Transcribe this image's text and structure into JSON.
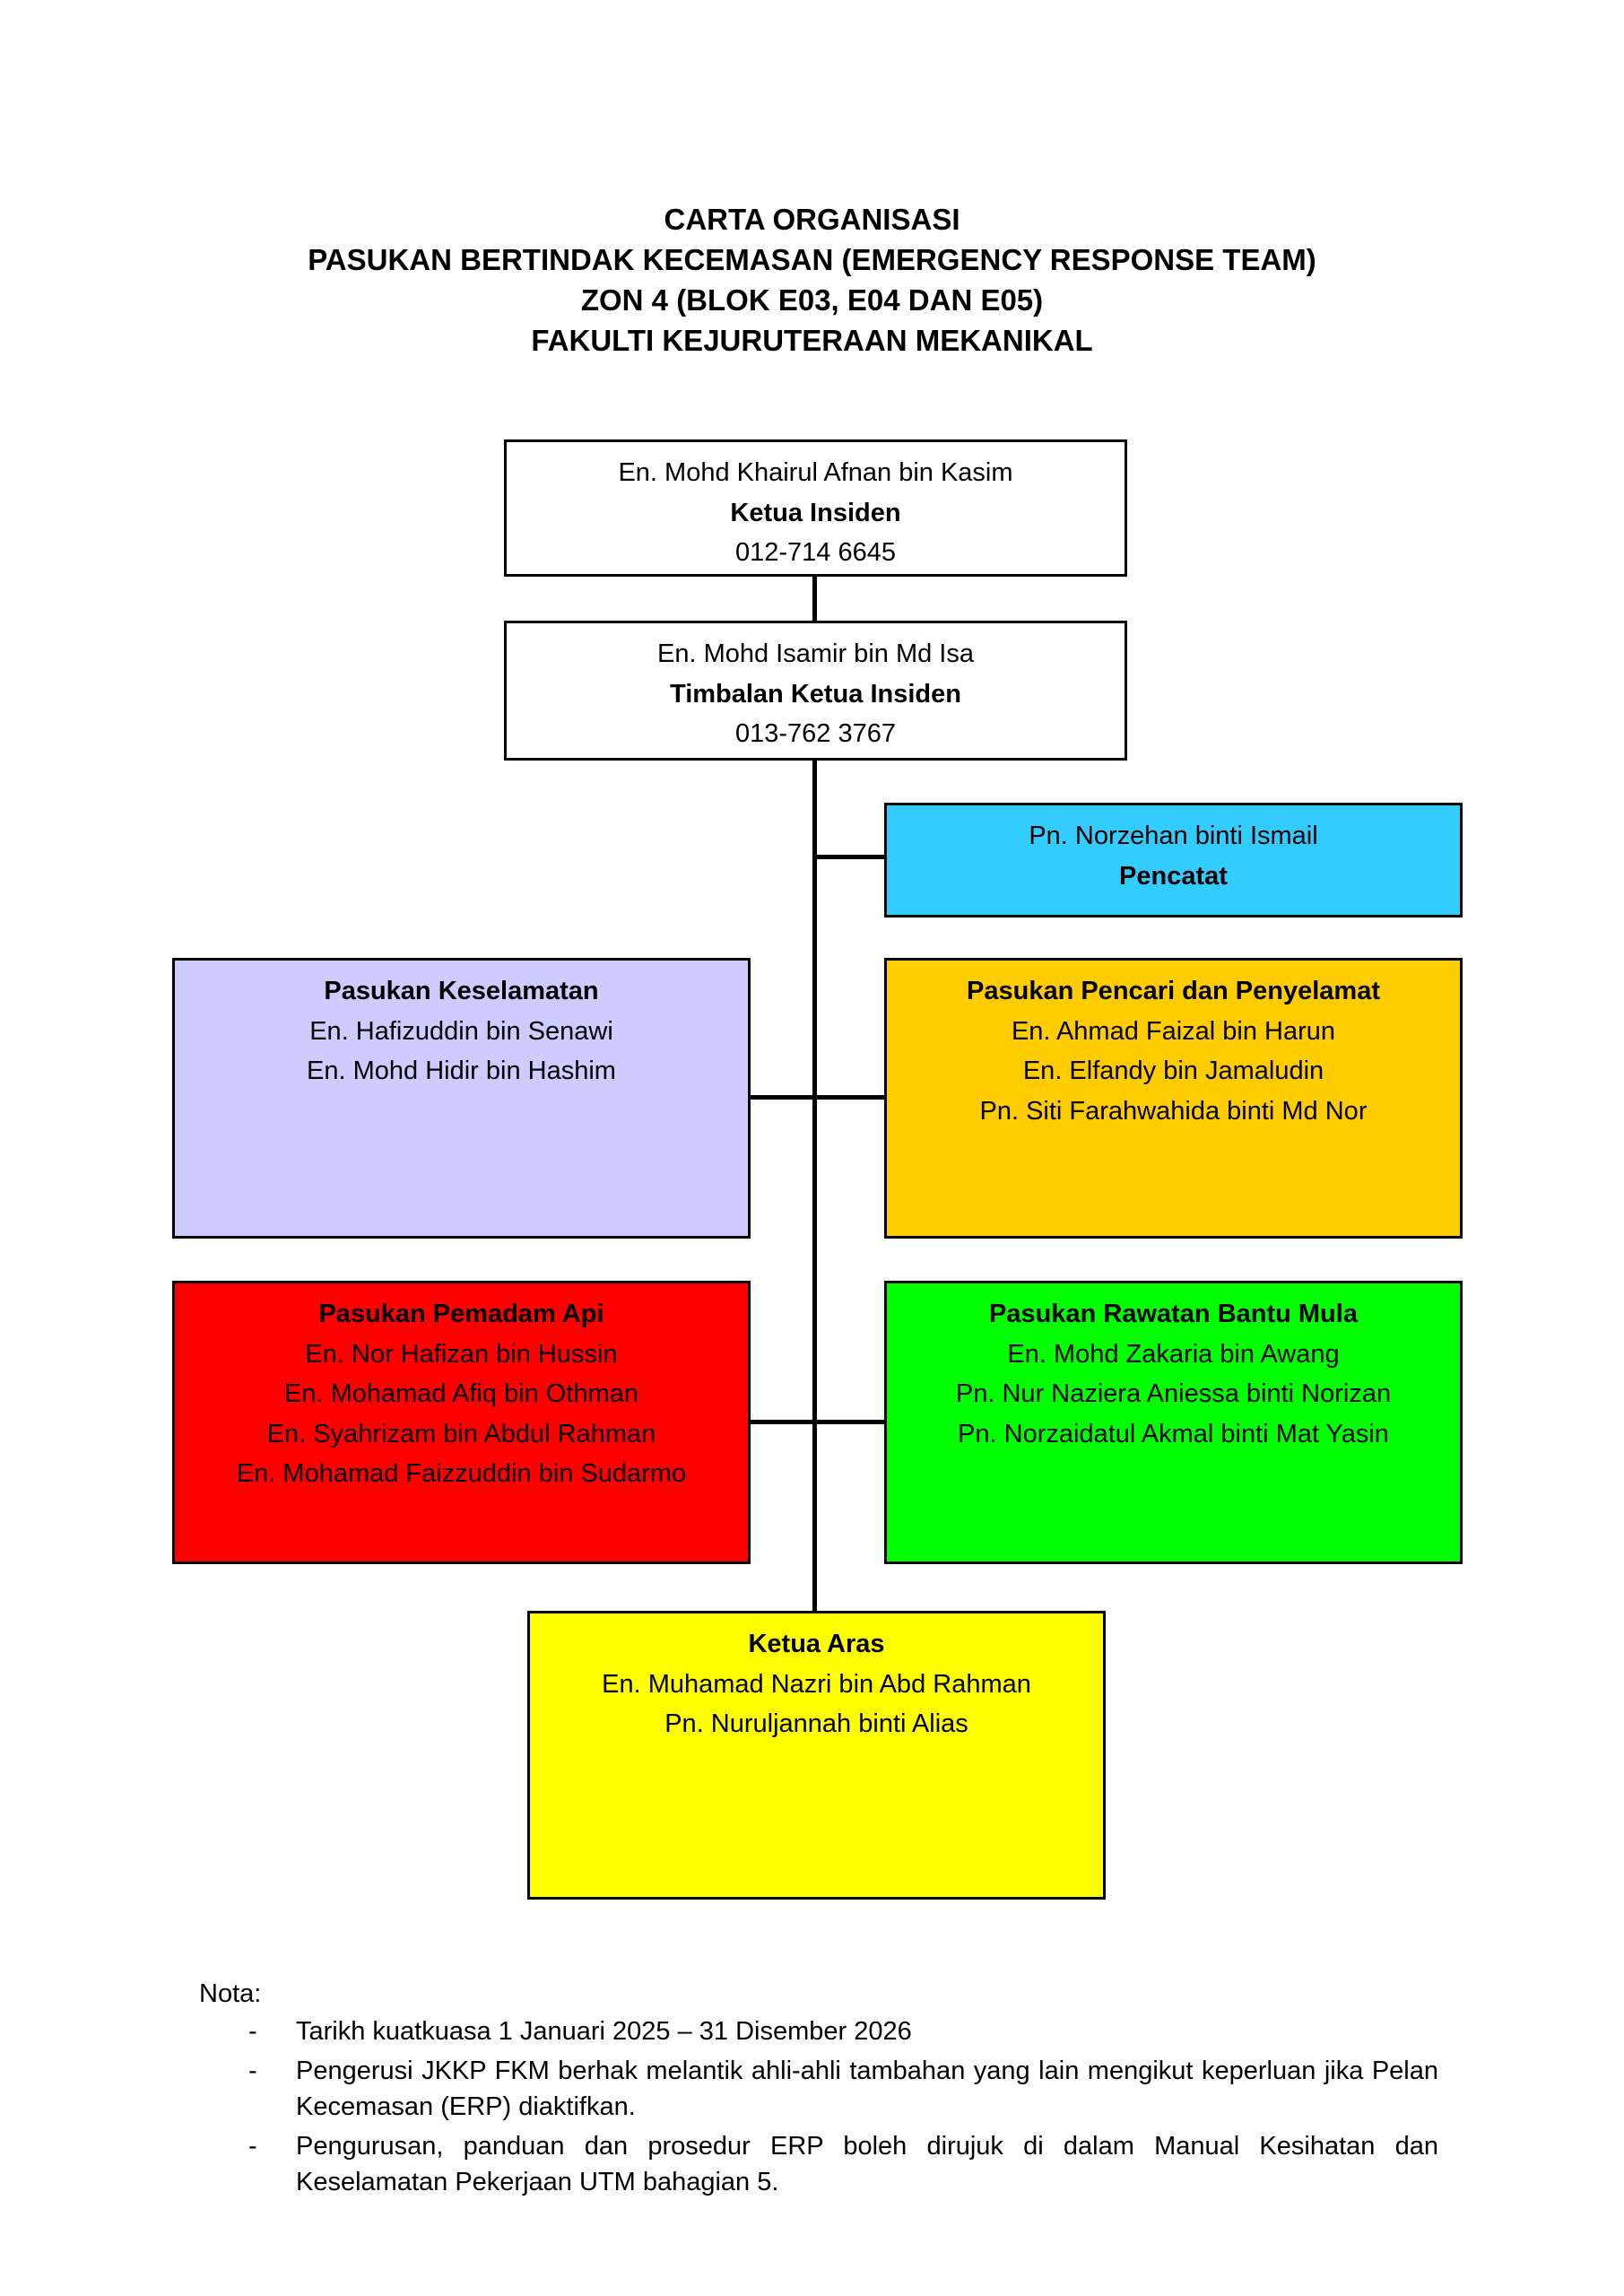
{
  "title": {
    "line1": "CARTA ORGANISASI",
    "line2": "PASUKAN BERTINDAK KECEMASAN (EMERGENCY RESPONSE TEAM)",
    "line3": "ZON 4 (BLOK E03, E04 DAN E05)",
    "line4": "FAKULTI KEJURUTERAAN MEKANIKAL"
  },
  "ketua_insiden": {
    "name": "En. Mohd Khairul Afnan bin Kasim",
    "role": "Ketua Insiden",
    "phone": "012-714 6645"
  },
  "timbalan": {
    "name": "En. Mohd Isamir bin Md Isa",
    "role": "Timbalan Ketua Insiden",
    "phone": "013-762 3767"
  },
  "pencatat": {
    "name": "Pn. Norzehan binti Ismail",
    "role": "Pencatat",
    "color": "#33CCFF"
  },
  "keselamatan": {
    "title": "Pasukan Keselamatan",
    "members": [
      "En. Hafizuddin bin Senawi",
      "En. Mohd Hidir bin Hashim"
    ],
    "color": "#CCCCFF"
  },
  "pencari": {
    "title": "Pasukan Pencari dan Penyelamat",
    "members": [
      "En. Ahmad Faizal bin Harun",
      "En. Elfandy bin Jamaludin",
      "Pn. Siti Farahwahida binti Md Nor"
    ],
    "color": "#FFCC00"
  },
  "pemadam": {
    "title": "Pasukan Pemadam Api",
    "members": [
      "En. Nor Hafizan bin Hussin",
      "En. Mohamad Afiq bin Othman",
      "En. Syahrizam bin Abdul Rahman",
      "En. Mohamad Faizzuddin bin Sudarmo"
    ],
    "color": "#FF0000"
  },
  "rawatan": {
    "title": "Pasukan Rawatan Bantu Mula",
    "members": [
      "En. Mohd Zakaria bin Awang",
      "Pn. Nur Naziera Aniessa binti Norizan",
      "Pn. Norzaidatul Akmal binti Mat Yasin"
    ],
    "color": "#00FF00"
  },
  "ketua_aras": {
    "title": "Ketua Aras",
    "members": [
      "En. Muhamad Nazri bin Abd Rahman",
      "Pn. Nuruljannah binti Alias"
    ],
    "color": "#FFFF00"
  },
  "notes": {
    "title": "Nota:",
    "dash": "-",
    "items": [
      "Tarikh kuatkuasa 1 Januari 2025 – 31 Disember 2026",
      "Pengerusi JKKP FKM berhak melantik ahli-ahli tambahan yang lain mengikut keperluan jika Pelan Kecemasan (ERP) diaktifkan.",
      "Pengurusan, panduan dan prosedur ERP boleh dirujuk di dalam Manual Kesihatan dan Keselamatan Pekerjaan UTM bahagian 5."
    ]
  }
}
